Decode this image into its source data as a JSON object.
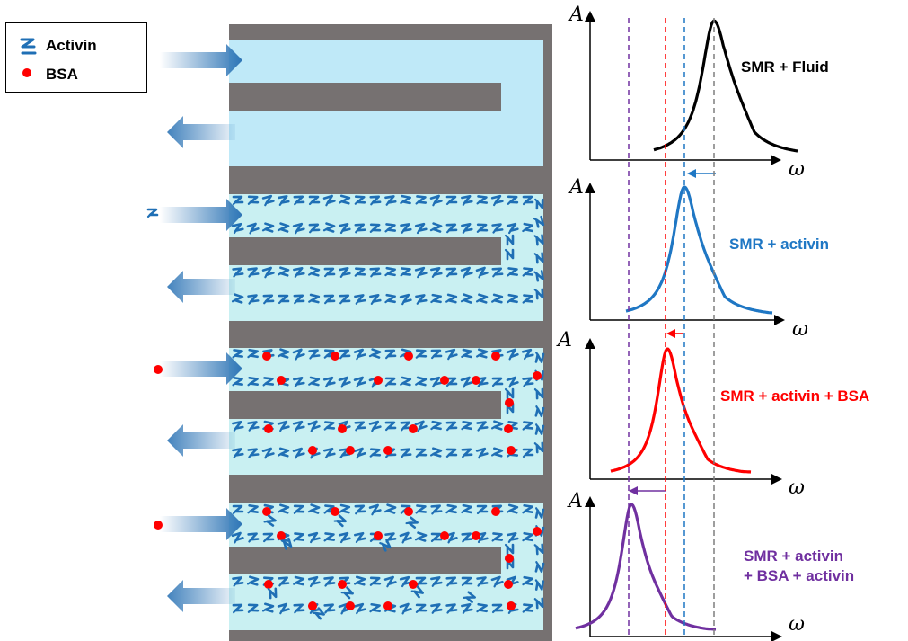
{
  "legend": {
    "activin_label": "Activin",
    "bsa_label": "BSA"
  },
  "colors": {
    "channel_wall": "#767171",
    "fluid": "#bfe9f8",
    "fluid_with_protein": "#c9f0f2",
    "activin": "#1f6fb5",
    "bsa": "#ff0000",
    "flow_arrow": "#2e75b6",
    "curve_fluid": "#000000",
    "curve_activin": "#1f77c4",
    "curve_bsa": "#ff0000",
    "curve_activin_bsa_activin": "#7030a0",
    "ref_line_gray": "#7f7f7f"
  },
  "panels": [
    {
      "id": "fluid",
      "curve_label": "SMR + Fluid",
      "curve_label_lines": [
        "SMR + Fluid"
      ],
      "curve_color": "#000000",
      "contents": "fluid-only",
      "peak_line": "gray",
      "shift_arrow": "none"
    },
    {
      "id": "activin",
      "curve_label": "SMR + activin",
      "curve_label_lines": [
        "SMR + activin"
      ],
      "curve_color": "#1f77c4",
      "contents": "activin-coated",
      "peak_line": "blue",
      "shift_arrow": "left"
    },
    {
      "id": "activin-bsa",
      "curve_label": "SMR + activin + BSA",
      "curve_label_lines": [
        "SMR + activin + BSA"
      ],
      "curve_color": "#ff0000",
      "contents": "activin-coated-with-bsa",
      "peak_line": "red",
      "shift_arrow": "left"
    },
    {
      "id": "activin-bsa-activin",
      "curve_label": "SMR + activin + BSA + activin",
      "curve_label_lines": [
        "SMR + activin",
        "+ BSA + activin"
      ],
      "curve_color": "#7030a0",
      "contents": "activin-coated-with-bsa-and-activin",
      "peak_line": "purple",
      "shift_arrow": "left"
    }
  ],
  "axes": {
    "y_symbol": "A",
    "x_symbol": "ω"
  }
}
